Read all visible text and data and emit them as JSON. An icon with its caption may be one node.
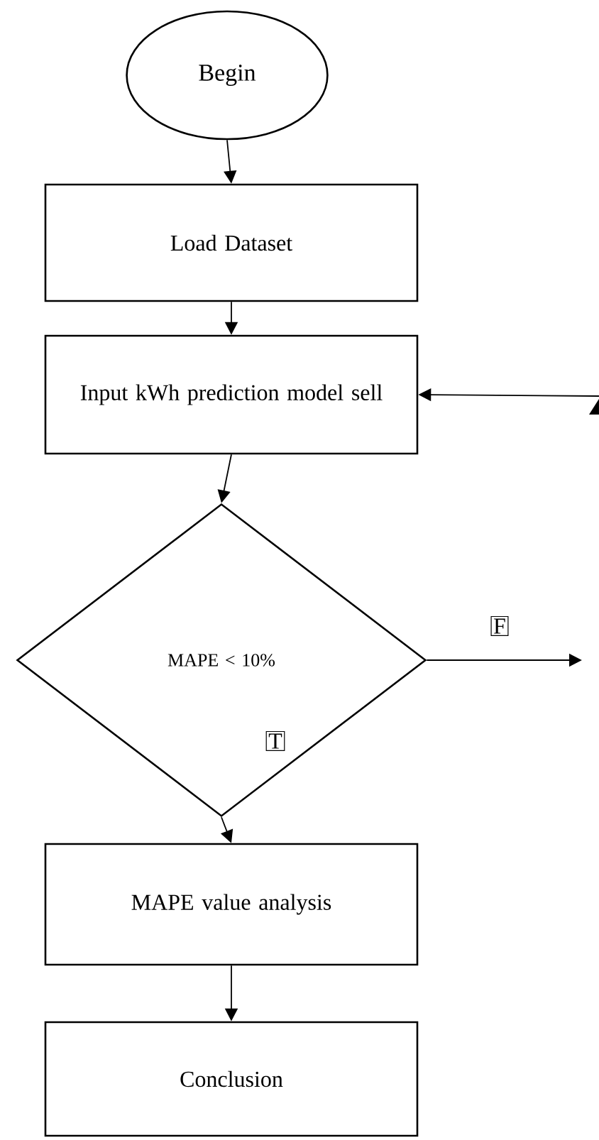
{
  "diagram": {
    "nodes": [
      {
        "text": [
          "Begin"
        ]
      },
      {
        "text": [
          "Load Dataset"
        ]
      },
      {
        "text": [
          "Input kWh prediction model sell"
        ]
      },
      {
        "text": [
          "MAPE < 10%"
        ]
      },
      {
        "text": [
          "MAPE value analysis"
        ]
      },
      {
        "text": [
          "Conclusion"
        ]
      }
    ],
    "edges": [
      {
        "from": 0,
        "to": 1,
        "arrow": "to"
      },
      {
        "from": 1,
        "to": 2,
        "arrow": "to"
      },
      {
        "from": 2,
        "to": 3,
        "arrow": "to"
      },
      {
        "from": 3,
        "to": 4,
        "arrow": "to",
        "label": "T"
      },
      {
        "from": 4,
        "to": 5,
        "arrow": "to"
      },
      {
        "from": null,
        "to": 2,
        "arrow": "to"
      },
      {
        "from": 3,
        "to": null,
        "arrow": "to",
        "label": "F"
      }
    ]
  }
}
